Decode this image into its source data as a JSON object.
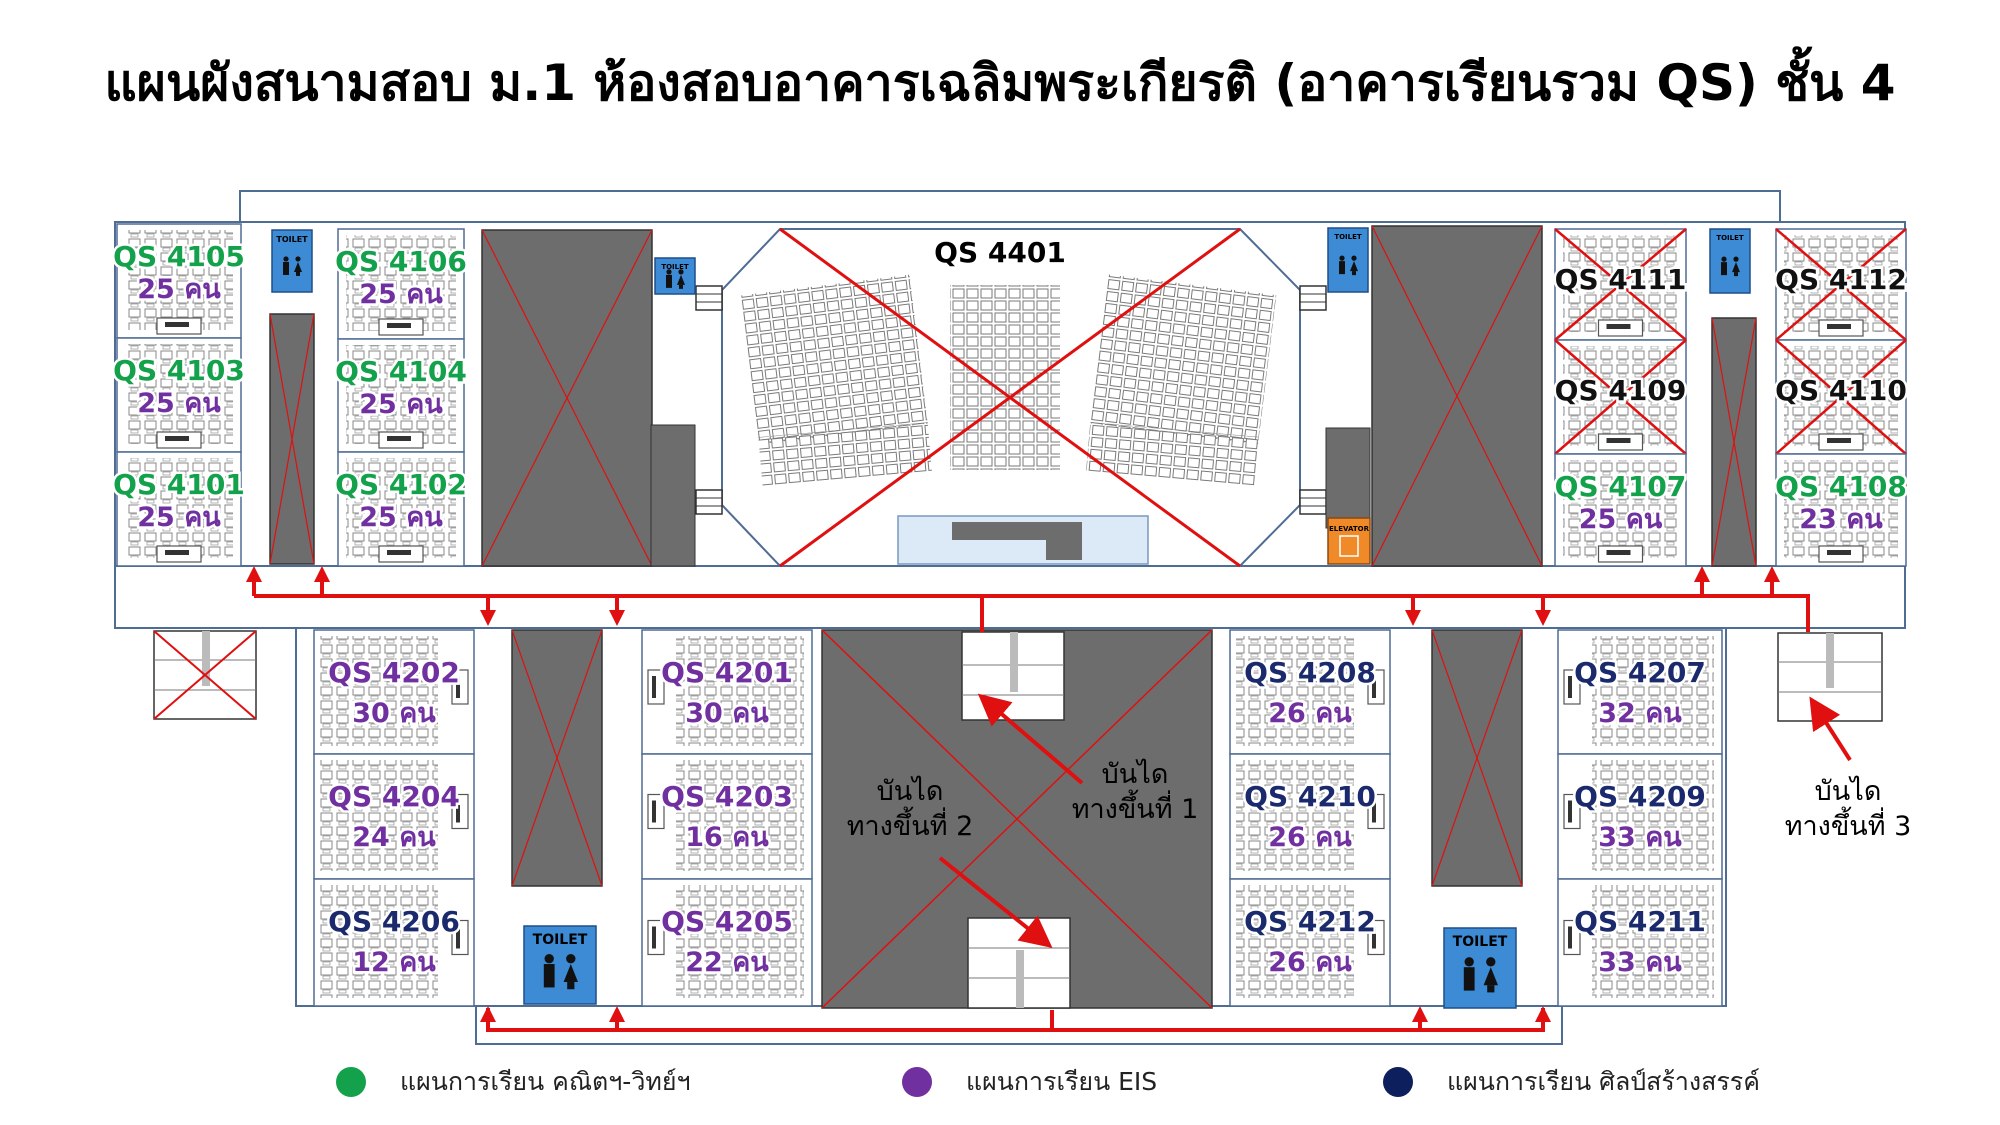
{
  "title": "แผนผังสนามสอบ ม.1 ห้องสอบอาคารเฉลิมพระเกียรติ (อาคารเรียนรวม QS) ชั้น 4",
  "colors": {
    "green": "#13a24b",
    "purple": "#7030a0",
    "navy": "#1a2a6c",
    "red": "#e01010",
    "gray": "#6d6d6d",
    "toilet": "#3d8bd4",
    "elevator": "#f08a28"
  },
  "hall": {
    "name": "QS 4401",
    "closed": true
  },
  "rooms": [
    {
      "id": "4105",
      "name": "QS 4105",
      "cap": "25 คน",
      "color": "green",
      "closed": false
    },
    {
      "id": "4103",
      "name": "QS 4103",
      "cap": "25 คน",
      "color": "green",
      "closed": false
    },
    {
      "id": "4101",
      "name": "QS 4101",
      "cap": "25 คน",
      "color": "green",
      "closed": false
    },
    {
      "id": "4106",
      "name": "QS 4106",
      "cap": "25 คน",
      "color": "green",
      "closed": false
    },
    {
      "id": "4104",
      "name": "QS 4104",
      "cap": "25 คน",
      "color": "green",
      "closed": false
    },
    {
      "id": "4102",
      "name": "QS 4102",
      "cap": "25 คน",
      "color": "green",
      "closed": false
    },
    {
      "id": "4111",
      "name": "QS 4111",
      "cap": "",
      "color": "black",
      "closed": true
    },
    {
      "id": "4109",
      "name": "QS 4109",
      "cap": "",
      "color": "black",
      "closed": true
    },
    {
      "id": "4107",
      "name": "QS 4107",
      "cap": "25 คน",
      "color": "green",
      "closed": false
    },
    {
      "id": "4112",
      "name": "QS 4112",
      "cap": "",
      "color": "black",
      "closed": true
    },
    {
      "id": "4110",
      "name": "QS 4110",
      "cap": "",
      "color": "black",
      "closed": true
    },
    {
      "id": "4108",
      "name": "QS 4108",
      "cap": "23 คน",
      "color": "green",
      "closed": false
    },
    {
      "id": "4202",
      "name": "QS 4202",
      "cap": "30 คน",
      "color": "purple",
      "closed": false
    },
    {
      "id": "4204",
      "name": "QS 4204",
      "cap": "24 คน",
      "color": "purple",
      "closed": false
    },
    {
      "id": "4206",
      "name": "QS 4206",
      "cap": "12 คน",
      "color": "navy",
      "closed": false
    },
    {
      "id": "4201",
      "name": "QS 4201",
      "cap": "30 คน",
      "color": "purple",
      "closed": false
    },
    {
      "id": "4203",
      "name": "QS 4203",
      "cap": "16 คน",
      "color": "purple",
      "closed": false
    },
    {
      "id": "4205",
      "name": "QS 4205",
      "cap": "22 คน",
      "color": "purple",
      "closed": false
    },
    {
      "id": "4208",
      "name": "QS 4208",
      "cap": "26 คน",
      "color": "navy",
      "closed": false
    },
    {
      "id": "4210",
      "name": "QS 4210",
      "cap": "26 คน",
      "color": "navy",
      "closed": false
    },
    {
      "id": "4212",
      "name": "QS 4212",
      "cap": "26 คน",
      "color": "navy",
      "closed": false
    },
    {
      "id": "4207",
      "name": "QS 4207",
      "cap": "32 คน",
      "color": "navy",
      "closed": false
    },
    {
      "id": "4209",
      "name": "QS 4209",
      "cap": "33 คน",
      "color": "navy",
      "closed": false
    },
    {
      "id": "4211",
      "name": "QS 4211",
      "cap": "33 คน",
      "color": "navy",
      "closed": false
    }
  ],
  "stairs": [
    {
      "id": "1",
      "line1": "บันได",
      "line2": "ทางขึ้นที่ 1"
    },
    {
      "id": "2",
      "line1": "บันได",
      "line2": "ทางขึ้นที่ 2"
    },
    {
      "id": "3",
      "line1": "บันได",
      "line2": "ทางขึ้นที่ 3"
    }
  ],
  "toilet_label": "TOILET",
  "elevator_label": "ELEVATOR",
  "legend": [
    {
      "label": "แผนการเรียน คณิตฯ-วิทย์ฯ",
      "color": "#13a24b"
    },
    {
      "label": "แผนการเรียน EIS",
      "color": "#7030a0"
    },
    {
      "label": "แผนการเรียน ศิลป์สร้างสรรค์",
      "color": "#0d1f5c"
    }
  ]
}
